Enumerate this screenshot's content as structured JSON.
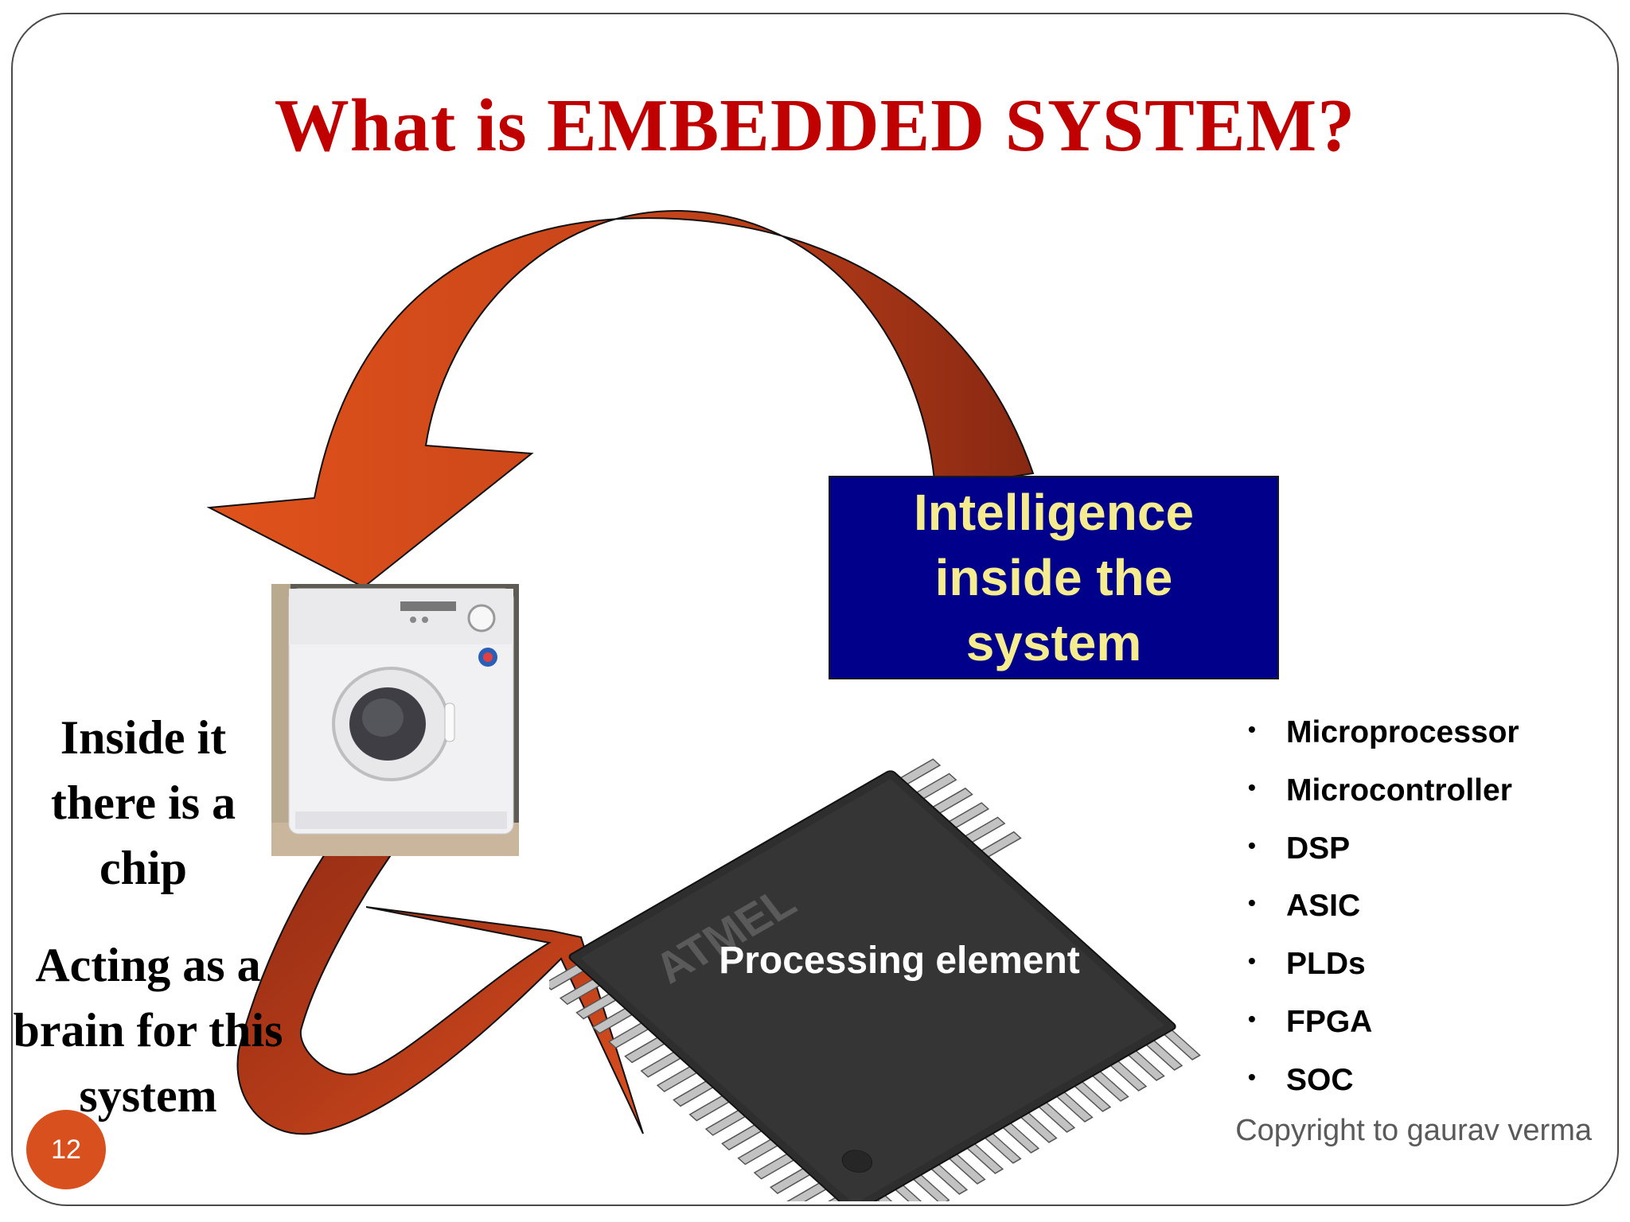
{
  "slide": {
    "title": "What is EMBEDDED SYSTEM?",
    "intelligence_box": "Intelligence inside the system",
    "chip_label": "Processing element",
    "left_text_1": "Inside it there is a chip",
    "left_text_2": "Acting as a brain for this system",
    "bullets": [
      "Microprocessor",
      "Microcontroller",
      "DSP",
      "ASIC",
      "PLDs",
      "FPGA",
      "SOC"
    ],
    "chip_brand": "ATMEL",
    "copyright": "Copyright to gaurav verma",
    "page_number": "12"
  },
  "colors": {
    "title": "#c00000",
    "box_bg": "#00008b",
    "box_text": "#f4ec8e",
    "arrow_light": "#d74a1a",
    "arrow_dark": "#8e2a14",
    "badge": "#d8501e"
  },
  "icons": {
    "washer": "washing-machine-photo",
    "chip": "atmel-chip-photo",
    "arrows": "curved-arrow"
  }
}
